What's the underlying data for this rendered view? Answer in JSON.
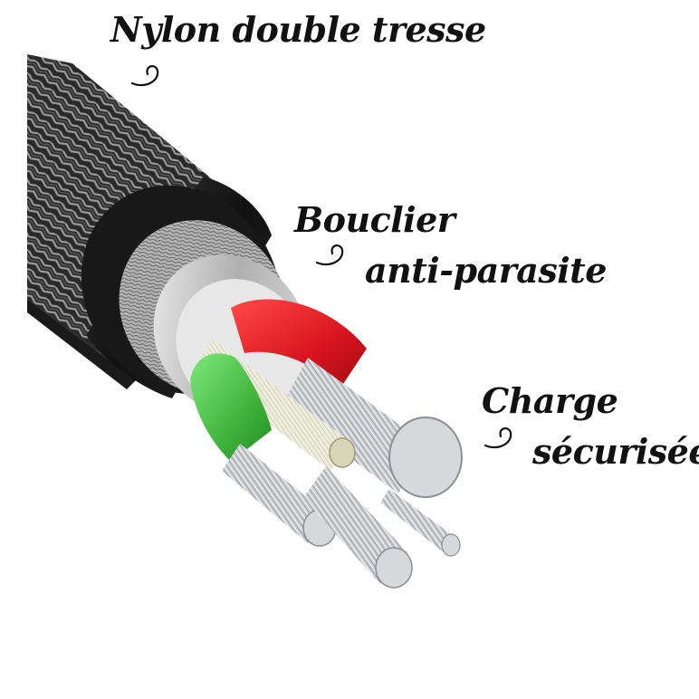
{
  "labels": {
    "nylon": "Nylon double tresse",
    "shield_line1": "Bouclier",
    "shield_line2": "anti-parasite",
    "charge_line1": "Charge",
    "charge_line2": "sécurisée"
  },
  "colors": {
    "braid_dark": "#2a2a2a",
    "braid_light": "#9a9a9a",
    "jacket": "#151515",
    "shield_foil": "#c8c8c8",
    "wire_red": "#e3262e",
    "wire_green": "#4cc84a",
    "wire_white": "#eeeee0",
    "conductor_silver": "#b8bcc0"
  },
  "icons": [
    "curl-arrow-icon"
  ]
}
